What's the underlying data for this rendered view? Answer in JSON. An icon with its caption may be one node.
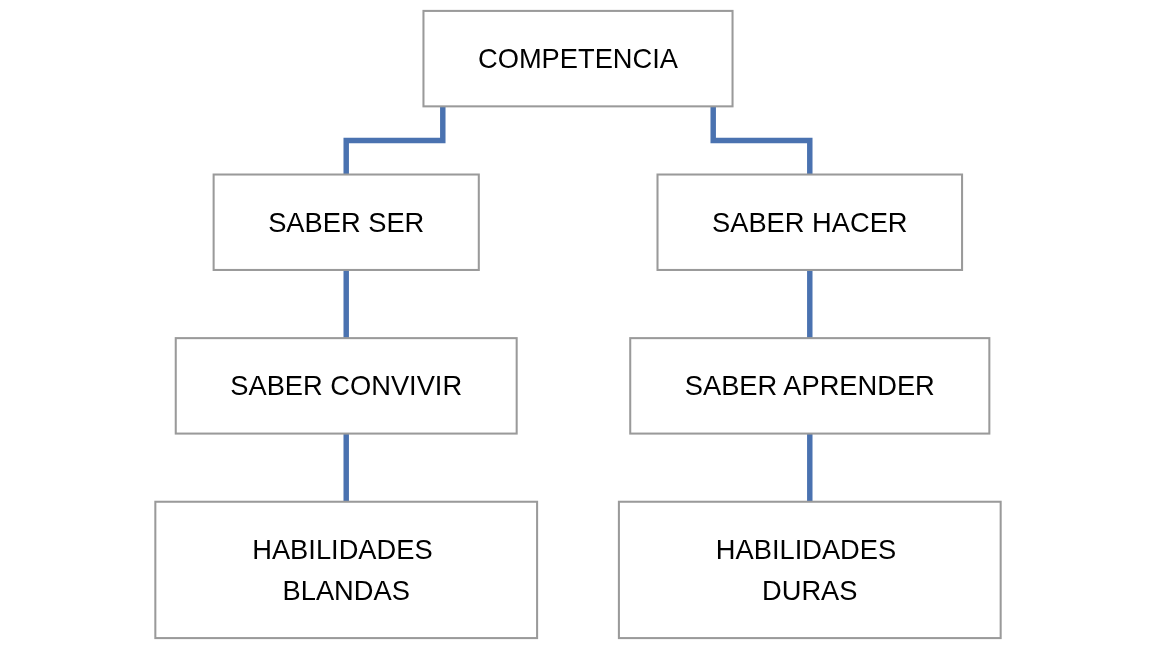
{
  "diagram": {
    "nodes": [
      {
        "text": [
          "COMPETENCIA"
        ]
      },
      {
        "text": [
          "SABER SER"
        ]
      },
      {
        "text": [
          "SABER HACER"
        ]
      },
      {
        "text": [
          "SABER CONVIVIR"
        ]
      },
      {
        "text": [
          "SABER APRENDER"
        ]
      },
      {
        "text": [
          "HABILIDADES BLANDAS"
        ]
      },
      {
        "text": [
          "HABILIDADES DURAS"
        ]
      }
    ],
    "edges": [
      {
        "from": 0,
        "to": 1,
        "arrow": "none"
      },
      {
        "from": 0,
        "to": 2,
        "arrow": "none"
      },
      {
        "from": 1,
        "to": 3,
        "arrow": "none"
      },
      {
        "from": 2,
        "to": 4,
        "arrow": "none"
      },
      {
        "from": 3,
        "to": 5,
        "arrow": "none"
      },
      {
        "from": 4,
        "to": 6,
        "arrow": "none"
      }
    ]
  }
}
